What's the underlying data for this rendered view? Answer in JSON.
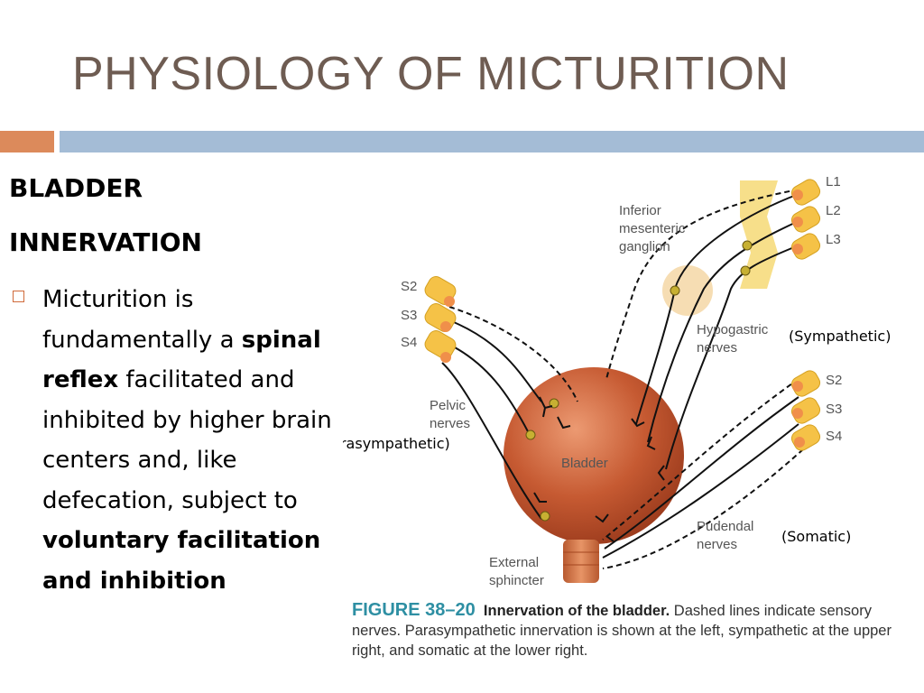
{
  "slide": {
    "title": "PHYSIOLOGY OF MICTURITION",
    "heading_line1": "BLADDER",
    "heading_line2": "INNERVATION",
    "body": {
      "part1": "Micturition is fundamentally a ",
      "bold1": "spinal reflex",
      "part2": " facilitated and inhibited by higher brain centers and, like defecation, subject to ",
      "bold2": "voluntary facilitation and inhibition"
    },
    "colors": {
      "title": "#6e5c52",
      "bar_orange": "#dc8a5b",
      "bar_blue": "#a4bcd6",
      "bullet": "#d06a3a"
    }
  },
  "diagram": {
    "labels": {
      "inferior_mesenteric_1": "Inferior",
      "inferior_mesenteric_2": "mesenteric",
      "inferior_mesenteric_3": "ganglion",
      "hypogastric_1": "Hypogastric",
      "hypogastric_2": "nerves",
      "sympathetic": "(Sympathetic)",
      "pelvic_1": "Pelvic",
      "pelvic_2": "nerves",
      "parasympathetic": "(Parasympathetic)",
      "bladder": "Bladder",
      "pudendal_1": "Pudendal",
      "pudendal_2": "nerves",
      "somatic": "(Somatic)",
      "external_1": "External",
      "external_2": "sphincter"
    },
    "segments": {
      "lumbar": [
        "L1",
        "L2",
        "L3"
      ],
      "sacral_left": [
        "S2",
        "S3",
        "S4"
      ],
      "sacral_right": [
        "S2",
        "S3",
        "S4"
      ]
    },
    "caption": {
      "figure": "FIGURE 38–20",
      "title": "Innervation of the bladder.",
      "text": " Dashed lines indicate sensory nerves. Parasympathetic innervation is shown at the left, sympathetic at the upper right, and somatic at the lower right."
    }
  }
}
